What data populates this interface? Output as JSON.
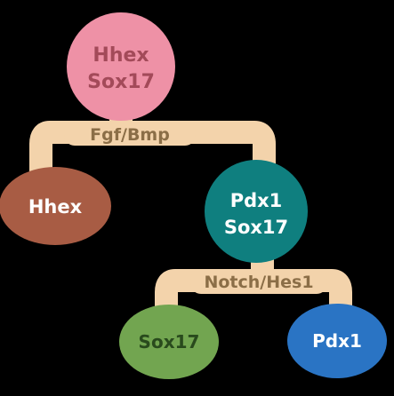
{
  "colors": {
    "background": "#000000",
    "connector": "#f3d3ab",
    "root_fill": "#ee91a6",
    "root_text": "#a34a59",
    "hhex_fill": "#a85c44",
    "hhex_text": "#ffffff",
    "pdx1sox17_fill": "#0f7f7f",
    "pdx1sox17_text": "#ffffff",
    "sox17_fill": "#72a550",
    "sox17_text": "#294a1d",
    "pdx1_fill": "#2a74c4",
    "pdx1_text": "#ffffff",
    "connector_label_text": "#8b6e47"
  },
  "diagram": {
    "nodes": {
      "root": {
        "line1": "Hhex",
        "line2": "Sox17"
      },
      "hhex": {
        "line1": "Hhex"
      },
      "pdx1_sox17": {
        "line1": "Pdx1",
        "line2": "Sox17"
      },
      "sox17": {
        "line1": "Sox17"
      },
      "pdx1": {
        "line1": "Pdx1"
      }
    },
    "connectors": {
      "upper_label": "Fgf/Bmp",
      "lower_label": "Notch/Hes1"
    }
  }
}
